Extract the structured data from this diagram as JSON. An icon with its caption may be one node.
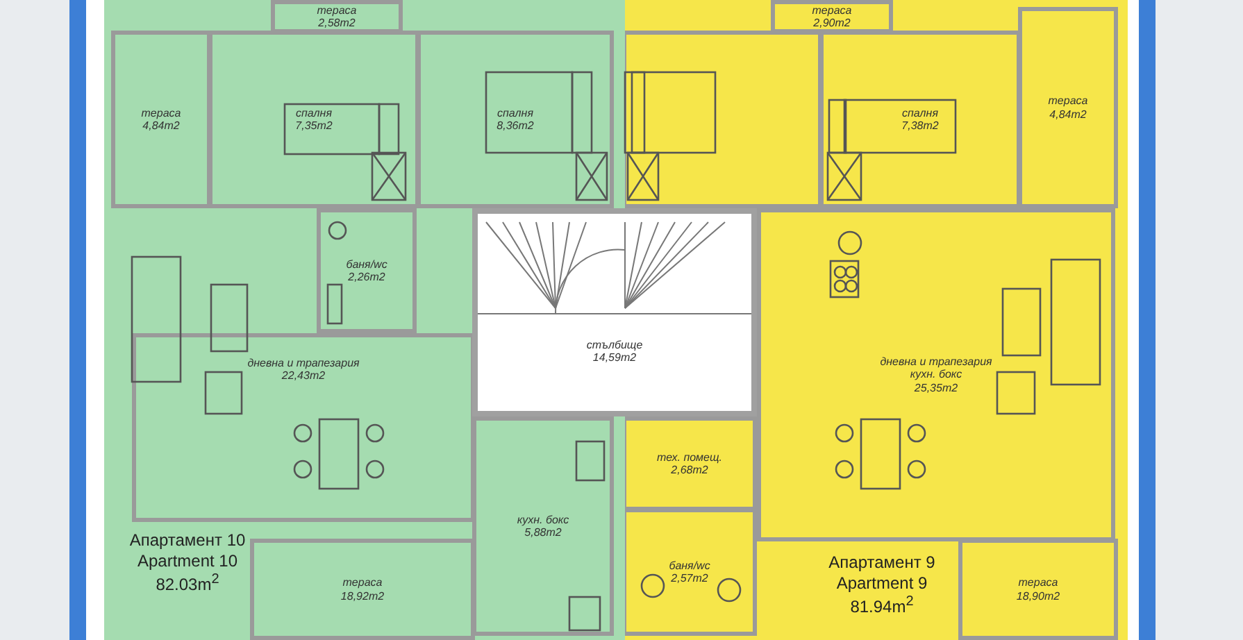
{
  "diagram": {
    "nodes": [
      {
        "text": [
          "Апартамент 10",
          "Apartment 10",
          "82.03m$^{2}$"
        ]
      },
      {
        "text": [
          "тераса",
          "2,58m2"
        ],
        "in": 0
      },
      {
        "text": [
          "тераса",
          "4,84m2"
        ],
        "in": 0
      },
      {
        "text": [
          "спалня",
          "7,35m2"
        ],
        "in": 0
      },
      {
        "text": [
          "спалня",
          "8,36m2"
        ],
        "in": 0
      },
      {
        "text": [
          "баня/wc",
          "2,26m2"
        ],
        "in": 0
      },
      {
        "text": [
          "дневна и трапезария",
          "22,43m2"
        ],
        "in": 0
      },
      {
        "text": [
          "кухн. бокс",
          "5,88m2"
        ],
        "in": 0
      },
      {
        "text": [
          "тераса",
          "18,92m2"
        ],
        "in": 0
      },
      {
        "text": [
          "стълбище",
          "14,59m2"
        ]
      },
      {
        "text": [
          "Апартамент 9",
          "Apartment 9",
          "81.94m$^{2}$"
        ]
      },
      {
        "text": [
          "тераса",
          "2,90m2"
        ],
        "in": 10
      },
      {
        "text": [],
        "shape": "box",
        "in": 10
      },
      {
        "text": [
          "спалня",
          "7,38m2"
        ],
        "in": 10
      },
      {
        "text": [
          "тераса",
          "4,84m2"
        ],
        "in": 10
      },
      {
        "text": [
          "дневна и трапезария",
          "кухн. бокс",
          "25,35m2"
        ],
        "in": 10
      },
      {
        "text": [
          "тех. помещ.",
          "2,68m2"
        ],
        "in": 10
      },
      {
        "text": [
          "баня/wc",
          "2,57m2"
        ],
        "in": 10
      },
      {
        "text": [
          "тераса",
          "18,90m2"
        ],
        "in": 10
      }
    ]
  }
}
